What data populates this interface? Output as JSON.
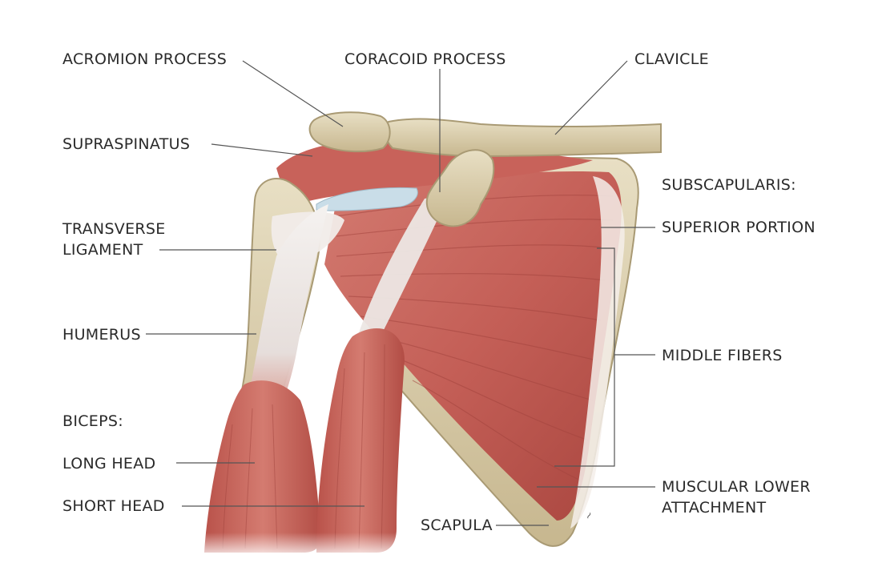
{
  "labels": {
    "acromion_process": "ACROMION PROCESS",
    "coracoid_process": "CORACOID PROCESS",
    "clavicle": "CLAVICLE",
    "supraspinatus": "SUPRASPINATUS",
    "subscapularis_heading": "SUBSCAPULARIS:",
    "superior_portion": "SUPERIOR PORTION",
    "transverse_ligament_line1": "TRANSVERSE",
    "transverse_ligament_line2": "LIGAMENT",
    "humerus": "HUMERUS",
    "middle_fibers": "MIDDLE FIBERS",
    "biceps_heading": "BICEPS:",
    "long_head": "LONG HEAD",
    "short_head": "SHORT HEAD",
    "scapula": "SCAPULA",
    "muscular_lower_attachment_line1": "MUSCULAR LOWER",
    "muscular_lower_attachment_line2": "ATTACHMENT"
  },
  "colors": {
    "muscle": "#c9675f",
    "muscle_dark": "#a84a44",
    "muscle_light": "#e08d83",
    "bone": "#dccfae",
    "bone_shadow": "#b9a983",
    "tendon": "#eee9e6",
    "cartilage": "#c8dde8",
    "leader_line": "#555555",
    "label_text": "#2a2a2a"
  }
}
